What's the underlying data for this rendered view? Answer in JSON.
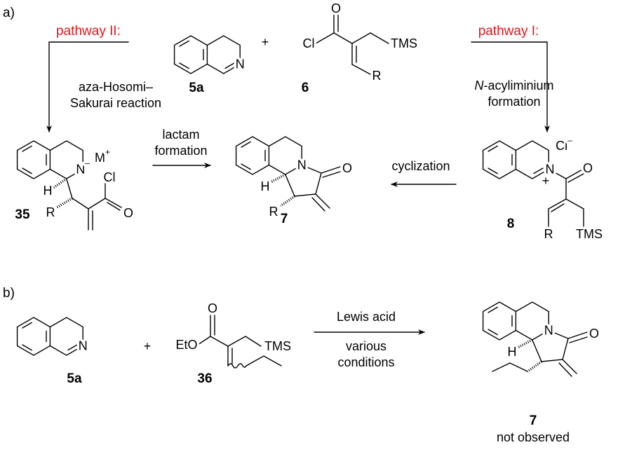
{
  "panel_a": {
    "label": "a)",
    "pathway_2": "pathway II:",
    "pathway_1": "pathway I:",
    "aza_line1": "aza-Hosomi–",
    "aza_line2": "Sakurai reaction",
    "acyl_italic": "N",
    "acyl_rest": "-acyliminium",
    "acyl_line2": "formation",
    "lactam_line1": "lactam",
    "lactam_line2": "formation",
    "cyclization": "cyclization",
    "plus": "+",
    "compounds": {
      "c5a": "5a",
      "c6": "6",
      "c35": "35",
      "c7": "7",
      "c8": "8"
    }
  },
  "panel_b": {
    "label": "b)",
    "plus": "+",
    "lewis_acid": "Lewis acid",
    "cond_line1": "various",
    "cond_line2": "conditions",
    "compounds": {
      "c5a": "5a",
      "c36": "36",
      "c7": "7"
    },
    "not_observed": "not observed"
  },
  "atoms": {
    "N": "N",
    "Cl": "Cl",
    "O": "O",
    "TMS": "TMS",
    "R": "R",
    "H": "H",
    "M": "M",
    "plus": "+",
    "minus": "–",
    "EtO": "EtO"
  },
  "colors": {
    "pathway": "#e8131b"
  }
}
